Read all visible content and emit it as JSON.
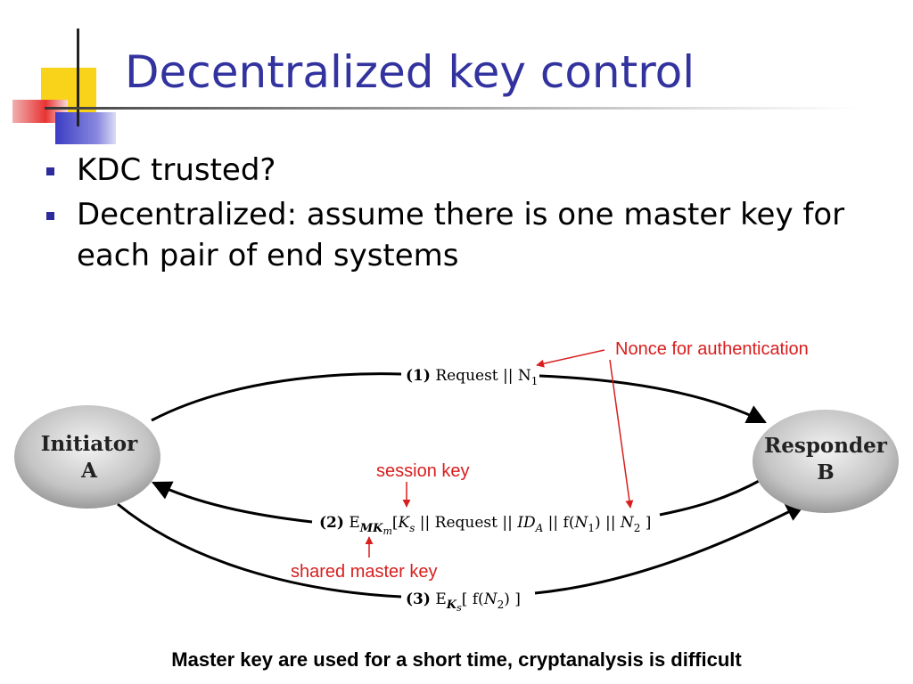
{
  "slide": {
    "title": "Decentralized key control",
    "bullets": [
      {
        "text": "KDC trusted?"
      },
      {
        "text": "Decentralized: assume there is one master key for each pair of end systems"
      }
    ],
    "footer": "Master key are used for a short time, cryptanalysis is difficult"
  },
  "diagram": {
    "nodes": {
      "initiator": {
        "line1": "Initiator",
        "line2": "A"
      },
      "responder": {
        "line1": "Responder",
        "line2": "B"
      }
    },
    "messages": {
      "m1": {
        "num": "(1)",
        "text": " Request || N",
        "sub": "1"
      },
      "m2": {
        "num": "(2)",
        "e": " E",
        "mk": "MK",
        "mk_sub": "m",
        "ks": "K",
        "ks_sub": "s",
        "mid": " || Request || ",
        "id": "ID",
        "id_sub": "A",
        "f": " || f(",
        "n": "N",
        "n_sub": "1",
        "tail": ") || ",
        "n2": "N",
        "n2_sub": "2",
        "end": " ]"
      },
      "m3": {
        "num": "(3)",
        "e": " E",
        "ks": "K",
        "ks_sub": "s",
        "open": "[ f(",
        "n": "N",
        "n_sub": "2",
        "close": ") ]"
      }
    },
    "annotations": {
      "nonce": "Nonce for authentication",
      "session_key": "session key",
      "shared_master_key": "shared master key"
    },
    "colors": {
      "annotation": "#d81e1e",
      "title": "#3333a0",
      "node_fill_center": "#f2f2f2",
      "node_fill_edge": "#9a9a9a"
    }
  }
}
